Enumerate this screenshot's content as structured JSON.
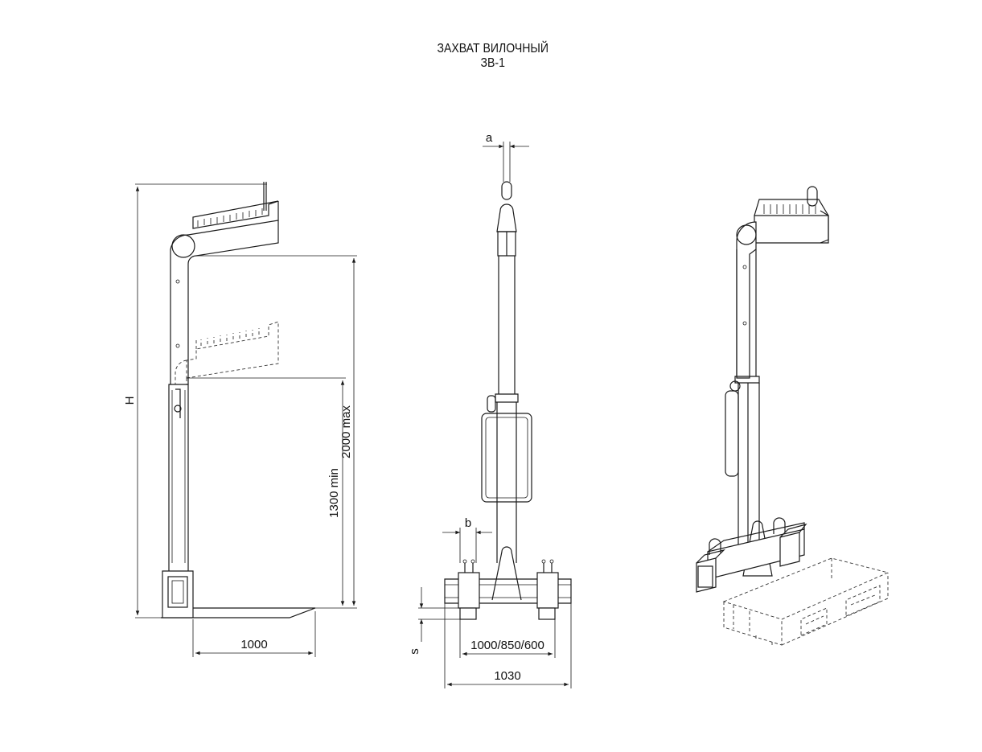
{
  "title": {
    "line1": "ЗАХВАТ ВИЛОЧНЫЙ",
    "line2": "ЗВ-1"
  },
  "side_view": {
    "dim_height": "H",
    "dim_max": "2000 max",
    "dim_min": "1300 min",
    "dim_fork_length": "1000"
  },
  "front_view": {
    "dim_a": "a",
    "dim_b": "b",
    "dim_s": "s",
    "dim_inner": "1000/850/600",
    "dim_outer": "1030"
  }
}
